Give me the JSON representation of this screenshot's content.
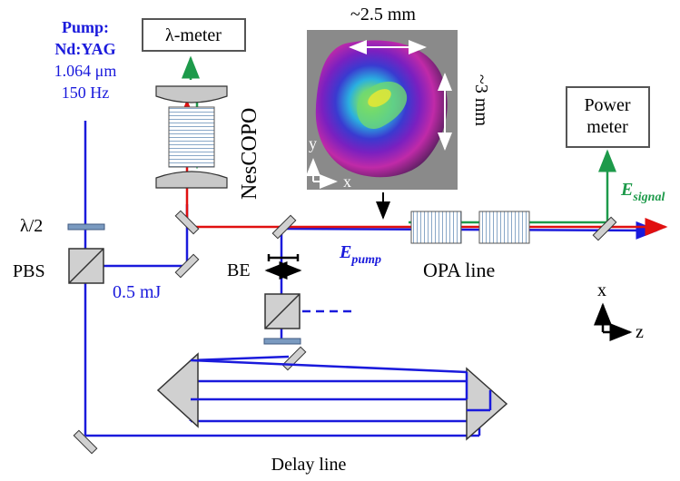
{
  "colors": {
    "pump_beam": "#1a1adc",
    "signal_beam": "#1d9a4a",
    "red_beam": "#e01010",
    "optic_fill": "#c8c8c8",
    "crystal_stripe": "#8aa8c8"
  },
  "pump": {
    "line1": "Pump:",
    "line2": "Nd:YAG",
    "line3": "1.064 μm",
    "line4": "150 Hz"
  },
  "lambda_meter": "λ-meter",
  "nescopo": "NesCOPO",
  "half_wave": "λ/2",
  "pbs": "PBS",
  "energy": "0.5 mJ",
  "be": "BE",
  "e_pump": {
    "base": "E",
    "sub": "pump"
  },
  "e_signal": {
    "base": "E",
    "sub": "signal"
  },
  "opa_line": "OPA line",
  "power_meter": {
    "line1": "Power",
    "line2": "meter"
  },
  "delay_line": "Delay line",
  "beam_profile": {
    "width_label": "~2.5 mm",
    "height_label": "~3 mm",
    "axis_y": "y",
    "axis_x": "x"
  },
  "coords": {
    "axis_x": "x",
    "axis_z": "z"
  }
}
